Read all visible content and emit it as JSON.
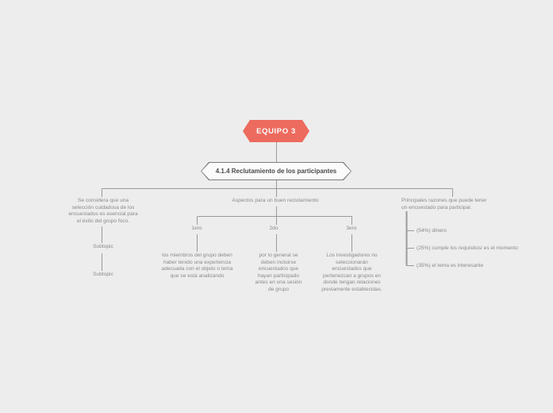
{
  "diagram": {
    "type": "mind-map",
    "background_color": "#ededed",
    "root_color": "#ed6a5e",
    "edge_color": "#9a9a9a",
    "text_color": "#8a8a8a",
    "root": {
      "label": "EQUIPO 3"
    },
    "topic": {
      "label": "4.1.4 Reclutamiento de los participantes"
    },
    "branches": {
      "left": {
        "label": "Se considera que una\nselección cuidadosa de los\nencuestados es esencial para\nel éxito del grupo foco.",
        "children": [
          {
            "label": "Subtopic"
          },
          {
            "label": "Subtopic"
          }
        ]
      },
      "middle": {
        "label": "Aspectos para un buen reclutamiento",
        "children": [
          {
            "label": "1ero",
            "detail": "los miembros del grupo deben\nhaber tenido una experiencia\nadecuada con el objeto o tema\nque se está analizando"
          },
          {
            "label": "2do",
            "detail": "por lo general se\ndeben incluirse\nencuestados que\nhayan participado\nantes en una sesión\nde grupo"
          },
          {
            "label": "3ero",
            "detail": "Los investigadores no\nseleccionarán\nencuestados que\npertenezcan a grupos en\ndonde tengan relaciones\npreviamente establecidas."
          }
        ]
      },
      "right": {
        "label": "Principales razones que puede tener\nun encuestado para participar.",
        "items": [
          {
            "label": "(54%) dinero"
          },
          {
            "label": "(25%) cumple los requisitos/ es el momento"
          },
          {
            "label": "(35%) el tema es interesante"
          }
        ]
      }
    }
  }
}
